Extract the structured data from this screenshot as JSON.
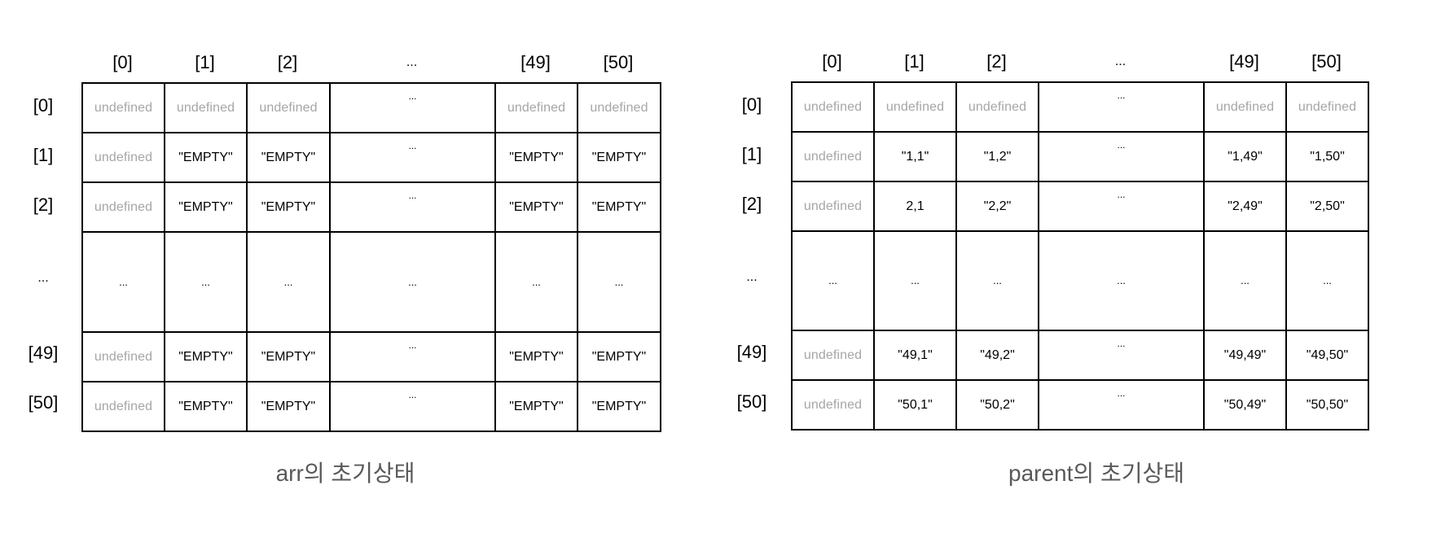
{
  "arr_panel": {
    "caption": "arr의 초기상태",
    "column_headers": [
      "[0]",
      "[1]",
      "[2]",
      "...",
      "[49]",
      "[50]"
    ],
    "row_labels": [
      "[0]",
      "[1]",
      "[2]",
      "...",
      "[49]",
      "[50]"
    ],
    "rows": [
      [
        "undefined",
        "undefined",
        "undefined",
        "...",
        "undefined",
        "undefined"
      ],
      [
        "undefined",
        "\"EMPTY\"",
        "\"EMPTY\"",
        "...",
        "\"EMPTY\"",
        "\"EMPTY\""
      ],
      [
        "undefined",
        "\"EMPTY\"",
        "\"EMPTY\"",
        "...",
        "\"EMPTY\"",
        "\"EMPTY\""
      ],
      [
        "...",
        "...",
        "...",
        "...",
        "...",
        "..."
      ],
      [
        "undefined",
        "\"EMPTY\"",
        "\"EMPTY\"",
        "...",
        "\"EMPTY\"",
        "\"EMPTY\""
      ],
      [
        "undefined",
        "\"EMPTY\"",
        "\"EMPTY\"",
        "...",
        "\"EMPTY\"",
        "\"EMPTY\""
      ]
    ]
  },
  "parent_panel": {
    "caption": "parent의 초기상태",
    "column_headers": [
      "[0]",
      "[1]",
      "[2]",
      "...",
      "[49]",
      "[50]"
    ],
    "row_labels": [
      "[0]",
      "[1]",
      "[2]",
      "...",
      "[49]",
      "[50]"
    ],
    "rows": [
      [
        "undefined",
        "undefined",
        "undefined",
        "...",
        "undefined",
        "undefined"
      ],
      [
        "undefined",
        "\"1,1\"",
        "\"1,2\"",
        "...",
        "\"1,49\"",
        "\"1,50\""
      ],
      [
        "undefined",
        "2,1",
        "\"2,2\"",
        "...",
        "\"2,49\"",
        "\"2,50\""
      ],
      [
        "...",
        "...",
        "...",
        "...",
        "...",
        "..."
      ],
      [
        "undefined",
        "\"49,1\"",
        "\"49,2\"",
        "...",
        "\"49,49\"",
        "\"49,50\""
      ],
      [
        "undefined",
        "\"50,1\"",
        "\"50,2\"",
        "...",
        "\"50,49\"",
        "\"50,50\""
      ]
    ]
  },
  "colors": {
    "undefined_text": "#a6a6a6",
    "cell_text": "#000000",
    "caption_text": "#595959",
    "grid_border": "#000000"
  }
}
